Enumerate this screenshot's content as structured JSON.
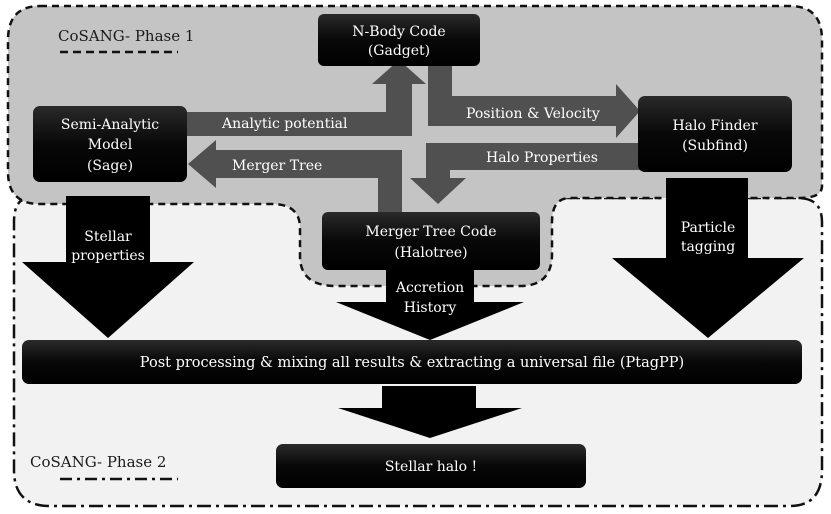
{
  "phase1": {
    "label": "CoSANG- Phase 1"
  },
  "phase2": {
    "label": "CoSANG- Phase 2"
  },
  "nodes": {
    "nbody": {
      "line1": "N-Body Code",
      "line2": "(Gadget)"
    },
    "sam": {
      "line1": "Semi-Analytic",
      "line2": "Model",
      "line3": "(Sage)"
    },
    "halo_finder": {
      "line1": "Halo Finder",
      "line2": "(Subfind)"
    },
    "merger_code": {
      "line1": "Merger Tree Code",
      "line2": "(Halotree)"
    },
    "post": {
      "label": "Post processing & mixing all results & extracting a universal file (PtagPP)"
    },
    "stellar_halo": {
      "label": "Stellar halo !"
    }
  },
  "edges": {
    "analytic_potential": "Analytic potential",
    "position_velocity": "Position & Velocity",
    "halo_properties": "Halo Properties",
    "merger_tree": "Merger Tree",
    "stellar_properties": {
      "line1": "Stellar",
      "line2": "properties"
    },
    "accretion_history": {
      "line1": "Accretion",
      "line2": "History"
    },
    "particle_tagging": {
      "line1": "Particle",
      "line2": "tagging"
    }
  },
  "colors": {
    "phase1_fill": "#c4c4c4",
    "phase2_fill": "#f2f2f2",
    "box_fill": "#0b0b0b",
    "arrow_fill": "#505050",
    "big_arrow_fill": "#000000"
  }
}
